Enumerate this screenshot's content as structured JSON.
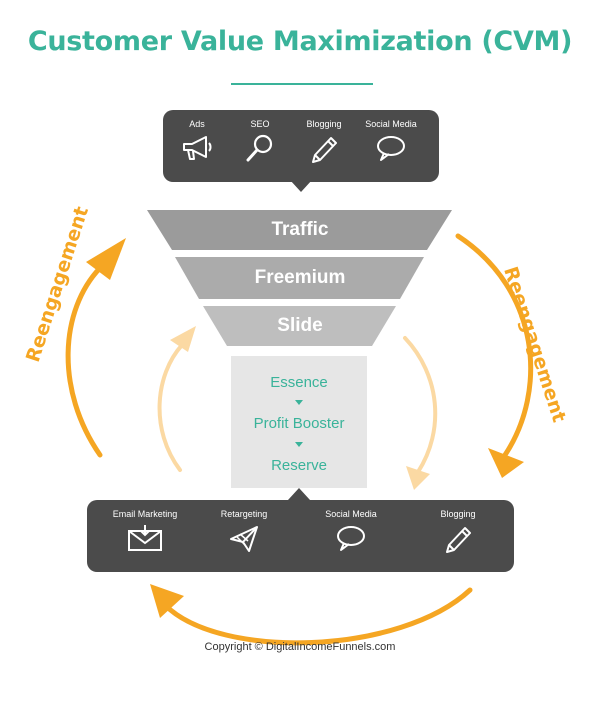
{
  "title": "Customer Value Maximization (CVM)",
  "top_channels": [
    {
      "label": "Ads",
      "icon": "megaphone-icon"
    },
    {
      "label": "SEO",
      "icon": "magnifier-icon"
    },
    {
      "label": "Blogging",
      "icon": "pencil-icon"
    },
    {
      "label": "Social Media",
      "icon": "speech-bubble-icon"
    }
  ],
  "funnel": [
    "Traffic",
    "Freemium",
    "Slide"
  ],
  "core": [
    "Essence",
    "Profit Booster",
    "Reserve"
  ],
  "bottom_channels": [
    {
      "label": "Email Marketing",
      "icon": "envelope-icon"
    },
    {
      "label": "Retargeting",
      "icon": "paper-plane-icon"
    },
    {
      "label": "Social Media",
      "icon": "speech-bubble-icon"
    },
    {
      "label": "Blogging",
      "icon": "pencil-icon"
    }
  ],
  "side_labels": {
    "left": "Reengagement",
    "right": "Reengagement"
  },
  "copyright": "Copyright © DigitalIncomeFunnels.com",
  "colors": {
    "accent": "#3ab39a",
    "orange": "#f5a623",
    "panel": "#4b4b4b",
    "funnel_dark": "#9b9b9b",
    "funnel_mid": "#ababab",
    "funnel_light": "#bebebe",
    "core_bg": "#e6e6e6"
  }
}
